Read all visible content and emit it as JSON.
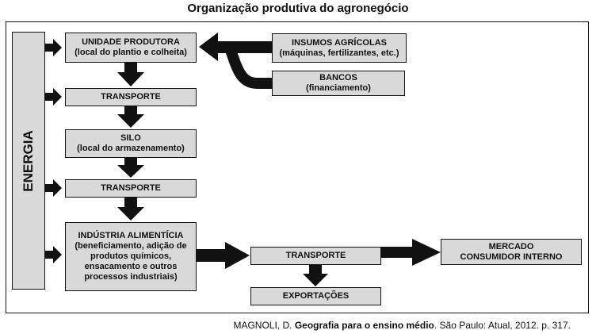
{
  "title": "Organização produtiva do agronegócio",
  "energia": "ENERGIA",
  "boxes": {
    "unidade": {
      "line1": "UNIDADE PRODUTORA",
      "line2": "(local do plantio e colheita)"
    },
    "transporte1": "TRANSPORTE",
    "silo": {
      "line1": "SILO",
      "line2": "(local do armazenamento)"
    },
    "transporte2": "TRANSPORTE",
    "industria": {
      "line1": "INDÚSTRIA ALIMENTÍCIA",
      "line2": "(beneficiamento, adição de produtos químicos, ensacamento e outros processos industriais)"
    },
    "transporte3": "TRANSPORTE",
    "exportacoes": "EXPORTAÇÕES",
    "mercado": "MERCADO CONSUMIDOR INTERNO",
    "insumos": {
      "line1": "INSUMOS AGRÍCOLAS",
      "line2": "(máquinas, fertilizantes, etc.)"
    },
    "bancos": {
      "line1": "BANCOS",
      "line2": "(financiamento)"
    }
  },
  "caption": {
    "author": "MAGNOLI, D. ",
    "work": "Geografia para o ensino médio",
    "rest": ". São Paulo: Atual, 2012. p. 317."
  }
}
